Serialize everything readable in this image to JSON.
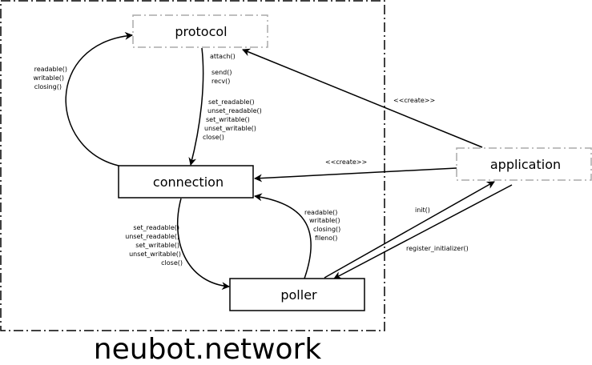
{
  "package": {
    "title": "neubot.network"
  },
  "boxes": {
    "protocol": "protocol",
    "connection": "connection",
    "poller": "poller",
    "application": "application"
  },
  "protocol_to_connection": {
    "left_labels": [
      "readable()",
      "writable()",
      "closing()"
    ],
    "attach": "attach()",
    "send_recv": [
      "send()",
      "recv()"
    ]
  },
  "connection_calls": [
    "set_readable()",
    "unset_readable()",
    "set_writable()",
    "unset_writable()",
    "close()"
  ],
  "poller_to_connection": [
    "readable()",
    "writable()",
    "closing()",
    "fileno()"
  ],
  "connection_to_poller": [
    "set_readable()",
    "unset_readable()",
    "set_writable()",
    "unset_writable()",
    "close()"
  ],
  "application_links": {
    "create_protocol": "<<create>>",
    "create_connection": "<<create>>",
    "init": "init()",
    "register_initializer": "register_initializer()"
  }
}
